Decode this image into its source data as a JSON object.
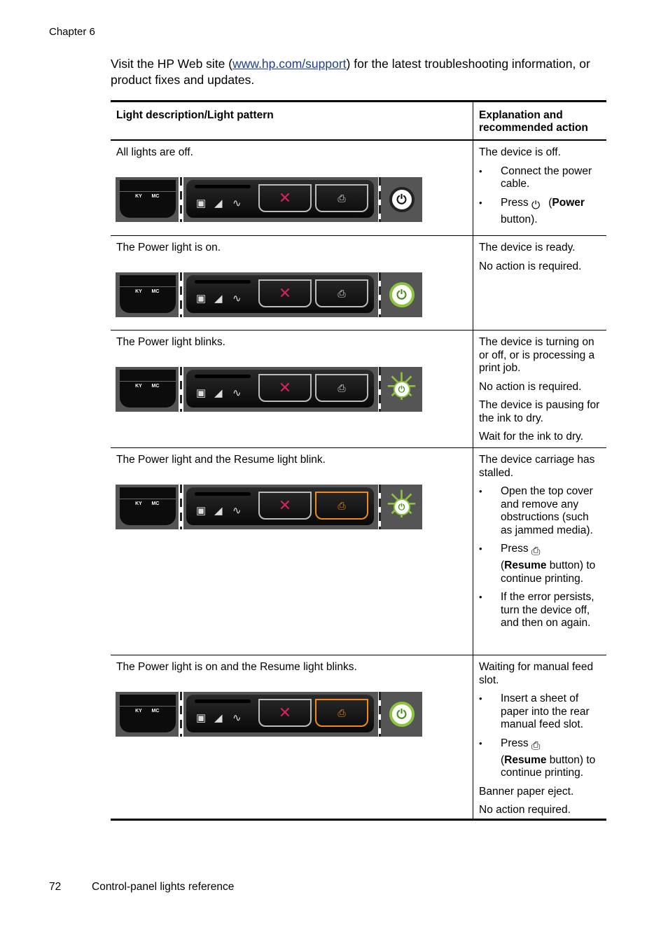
{
  "header": {
    "chapter": "Chapter 6"
  },
  "intro": {
    "before_link": "Visit the HP Web site (",
    "link": "www.hp.com/support",
    "after_link": ") for the latest troubleshooting information, or product fixes and updates."
  },
  "table": {
    "headers": [
      "Light description/Light pattern",
      "Explanation and recommended action"
    ],
    "rows": [
      {
        "description": "All lights are off.",
        "explanation": {
          "p1": "The device is off.",
          "b1": "Connect the power cable.",
          "b2_pre": "Press",
          "b2_bold": "Power",
          "b2_post": "button)."
        }
      },
      {
        "description": "The Power light is on.",
        "explanation": {
          "p1": "The device is ready.",
          "p2": "No action is required."
        }
      },
      {
        "description": "The Power light blinks.",
        "explanation": {
          "p1": "The device is turning on or off, or is processing a print job.",
          "p2": "No action is required.",
          "p3": "The device is pausing for the ink to dry.",
          "p4": "Wait for the ink to dry."
        }
      },
      {
        "description": "The Power light and the Resume light blink.",
        "explanation": {
          "p1": "The device carriage has stalled.",
          "b1": "Open the top cover and remove any obstructions (such as jammed media).",
          "b2_pre": "Press",
          "b2_bold": "Resume",
          "b2_post": "button) to continue printing.",
          "b3": "If the error persists, turn the device off, and then on again."
        }
      },
      {
        "description": "The Power light is on and the Resume light blinks.",
        "explanation": {
          "p1": "Waiting for manual feed slot.",
          "b1": "Insert a sheet of paper into the rear manual feed slot.",
          "b2_pre": "Press",
          "b2_bold": "Resume",
          "b2_post": "button) to continue printing.",
          "p2": "Banner paper eject.",
          "p3": "No action required."
        }
      }
    ]
  },
  "panel": {
    "cartridge_left": "KY",
    "cartridge_right": "MC",
    "cancel_glyph": "✕",
    "resume_glyph": "⎙",
    "power_glyph": "⏻",
    "colors": {
      "power_green": "#8bc43f",
      "resume_orange": "#f08a1a",
      "cancel_red": "#d0245c",
      "link_blue": "#1f3f8f"
    }
  },
  "footer": {
    "page_number": "72",
    "section_title": "Control-panel lights reference"
  }
}
